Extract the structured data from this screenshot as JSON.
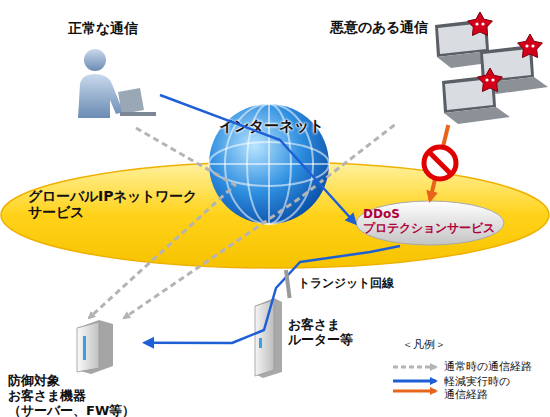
{
  "diagram": {
    "nodes": [
      {
        "text": [
          "正常な通信"
        ]
      },
      {
        "text": [
          "悪意のある通信"
        ]
      },
      {
        "text": [
          "インターネット"
        ]
      },
      {
        "text": [
          "グローバルIPネットワーク サービス"
        ]
      },
      {
        "text": [
          "DDoS プロテクションサービス"
        ],
        "in": 3
      },
      {
        "text": [
          "お客さま ルーター等"
        ]
      },
      {
        "text": [
          "防御対象 お客さま機器 （サーバー、FW等）"
        ]
      }
    ],
    "edges": [
      {
        "from": 0,
        "to": 6,
        "arrow": "to"
      },
      {
        "from": 1,
        "to": 6,
        "arrow": "to"
      },
      {
        "from": 0,
        "to": 4,
        "arrow": "to"
      },
      {
        "from": 1,
        "to": 4,
        "arrow": "to"
      },
      {
        "from": 4,
        "to": 6,
        "arrow": "to"
      },
      {
        "from": 3,
        "to": 5,
        "label": "トランジット回線",
        "arrow": "none"
      }
    ],
    "labels": [
      "＜凡例＞"
    ],
    "legend": [
      {
        "text": "通常時の通信経路"
      },
      {
        "text": "軽減実行時の 通信経路"
      }
    ]
  }
}
